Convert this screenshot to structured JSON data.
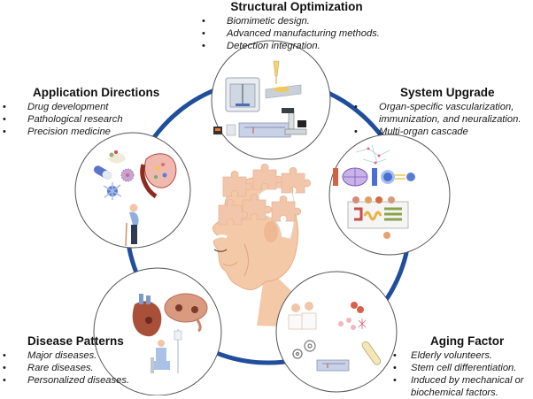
{
  "colors": {
    "ring": "#1f4e9c",
    "circle_stroke": "#555555",
    "skin": "#f4c9a8",
    "skin_shade": "#e6ae8a",
    "puzzle": "#f2c6ab",
    "hair": "#ffffff"
  },
  "sections": {
    "structural": {
      "title": "Structural Optimization",
      "items": [
        "Biomimetic design.",
        "Advanced manufacturing methods.",
        "Detection integration."
      ],
      "icon": "lab-equipment-icon"
    },
    "application": {
      "title": "Application Directions",
      "items": [
        "Drug development",
        "Pathological research",
        "Precision medicine"
      ],
      "icon": "drug-cells-elderly-icon"
    },
    "system": {
      "title": "System Upgrade",
      "items": [
        "Organ-specific vascularization, immunization, and neuralization.",
        "Multi-organ cascade"
      ],
      "icon": "organ-chip-icon"
    },
    "disease": {
      "title": "Disease Patterns",
      "items": [
        "Major diseases.",
        "Rare diseases.",
        "Personalized diseases."
      ],
      "icon": "heart-brain-patient-icon"
    },
    "aging": {
      "title": "Aging Factor",
      "items": [
        "Elderly volunteers.",
        "Stem cell differentiation.",
        "Induced by mechanical or biochemical factors."
      ],
      "icon": "elderly-cells-gears-icon"
    }
  },
  "center": {
    "icon": "aging-head-puzzle-icon"
  }
}
